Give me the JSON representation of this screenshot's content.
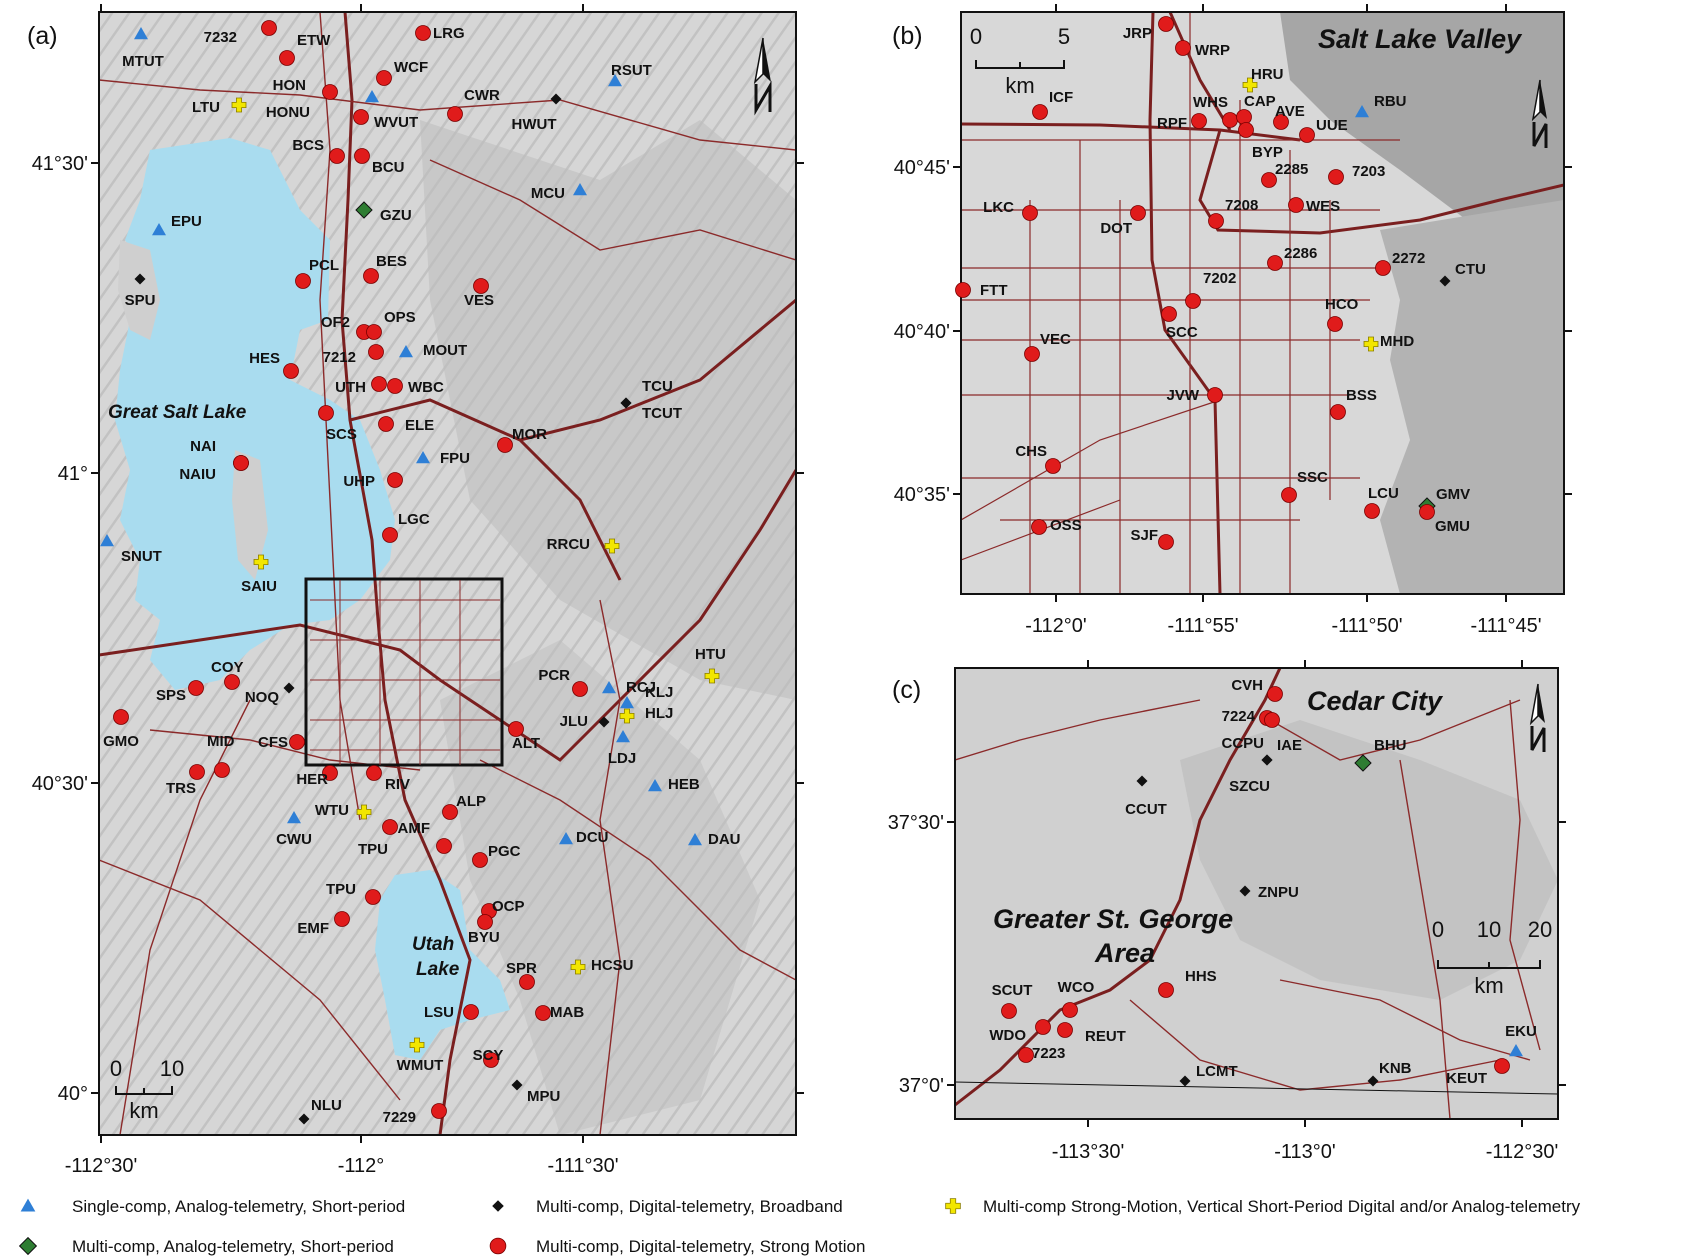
{
  "colors": {
    "lake": "#a9dcef",
    "terrain": "#d4d4d4",
    "terrain_dark": "#b9b9b9",
    "road": "#8b2a2a",
    "single_comp_analog": "#2e7fd6",
    "multi_comp_broadband": "#111111",
    "multi_comp_sm_vertical": "#f2e600",
    "multi_comp_analog": "#2e7d32",
    "multi_comp_strong_motion": "#e01b1b"
  },
  "icons": {
    "triangle": "blue-triangle-icon",
    "diamond_black": "black-diamond-icon",
    "cross_yellow": "yellow-cross-icon",
    "diamond_green": "green-diamond-icon",
    "circle_red": "red-circle-icon",
    "north_arrow": "north-arrow-icon"
  },
  "panels": {
    "a": {
      "label": "(a)",
      "x_ticks": [
        "-112°30'",
        "-112°",
        "-111°30'"
      ],
      "y_ticks": [
        "41°30'",
        "41°",
        "40°30'",
        "40°"
      ],
      "scale": {
        "start": "0",
        "end": "10",
        "unit": "km"
      },
      "features": {
        "lake1": "Great Salt Lake",
        "lake2_line1": "Utah",
        "lake2_line2": "Lake"
      },
      "stations": [
        {
          "n": "MTUT",
          "t": "tri"
        },
        {
          "n": "7232",
          "t": "cir"
        },
        {
          "n": "ETW",
          "t": "cir"
        },
        {
          "n": "LRG",
          "t": "cir"
        },
        {
          "n": "HON",
          "t": "cir"
        },
        {
          "n": "WCF",
          "t": "cir"
        },
        {
          "n": "LTU",
          "t": "cross"
        },
        {
          "n": "HONU",
          "t": "tri"
        },
        {
          "n": "CWR",
          "t": "cir"
        },
        {
          "n": "HWUT",
          "t": "dia"
        },
        {
          "n": "RSUT",
          "t": "tri"
        },
        {
          "n": "WVUT",
          "t": "cir"
        },
        {
          "n": "BCS",
          "t": "cir"
        },
        {
          "n": "BCU",
          "t": "cir"
        },
        {
          "n": "MCU",
          "t": "tri"
        },
        {
          "n": "GZU",
          "t": "green"
        },
        {
          "n": "EPU",
          "t": "tri"
        },
        {
          "n": "SPU",
          "t": "dia"
        },
        {
          "n": "PCL",
          "t": "cir"
        },
        {
          "n": "BES",
          "t": "cir"
        },
        {
          "n": "VES",
          "t": "cir"
        },
        {
          "n": "OF2",
          "t": "cir"
        },
        {
          "n": "OPS",
          "t": "cir"
        },
        {
          "n": "MOUT",
          "t": "tri"
        },
        {
          "n": "HES",
          "t": "cir"
        },
        {
          "n": "7212",
          "t": "cir"
        },
        {
          "n": "UTH",
          "t": "cir"
        },
        {
          "n": "WBC",
          "t": "cir"
        },
        {
          "n": "TCU",
          "t": "dia"
        },
        {
          "n": "TCUT",
          "t": "dia"
        },
        {
          "n": "SCS",
          "t": "cir"
        },
        {
          "n": "ELE",
          "t": "cir"
        },
        {
          "n": "MOR",
          "t": "cir"
        },
        {
          "n": "NAI",
          "t": "cir"
        },
        {
          "n": "NAIU",
          "t": "cir"
        },
        {
          "n": "FPU",
          "t": "tri"
        },
        {
          "n": "UHP",
          "t": "cir"
        },
        {
          "n": "LGC",
          "t": "cir"
        },
        {
          "n": "SNUT",
          "t": "tri"
        },
        {
          "n": "SAIU",
          "t": "cross"
        },
        {
          "n": "RRCU",
          "t": "cross"
        },
        {
          "n": "HTU",
          "t": "cross"
        },
        {
          "n": "COY",
          "t": "cir"
        },
        {
          "n": "SPS",
          "t": "cir"
        },
        {
          "n": "NOQ",
          "t": "dia"
        },
        {
          "n": "PCR",
          "t": "cir"
        },
        {
          "n": "RCJ",
          "t": "tri"
        },
        {
          "n": "KLJ",
          "t": "tri"
        },
        {
          "n": "HLJ",
          "t": "cross"
        },
        {
          "n": "JLU",
          "t": "dia"
        },
        {
          "n": "GMO",
          "t": "cir"
        },
        {
          "n": "MID",
          "t": "cir"
        },
        {
          "n": "CFS",
          "t": "cir"
        },
        {
          "n": "ALT",
          "t": "cir"
        },
        {
          "n": "LDJ",
          "t": "tri"
        },
        {
          "n": "TRS",
          "t": "cir"
        },
        {
          "n": "HER",
          "t": "cir"
        },
        {
          "n": "RIV",
          "t": "cir"
        },
        {
          "n": "HEB",
          "t": "tri"
        },
        {
          "n": "CWU",
          "t": "tri"
        },
        {
          "n": "WTU",
          "t": "cross"
        },
        {
          "n": "ALP",
          "t": "cir"
        },
        {
          "n": "AMF",
          "t": "cir"
        },
        {
          "n": "DCU",
          "t": "tri"
        },
        {
          "n": "DAU",
          "t": "tri"
        },
        {
          "n": "TPU",
          "t": "cir"
        },
        {
          "n": "PGC",
          "t": "cir"
        },
        {
          "n": "TPU",
          "t": "cir"
        },
        {
          "n": "EMF",
          "t": "cir"
        },
        {
          "n": "OCP",
          "t": "cir"
        },
        {
          "n": "BYU",
          "t": "cir"
        },
        {
          "n": "SPR",
          "t": "cir"
        },
        {
          "n": "HCSU",
          "t": "cross"
        },
        {
          "n": "LSU",
          "t": "cir"
        },
        {
          "n": "MAB",
          "t": "cir"
        },
        {
          "n": "SCY",
          "t": "cir"
        },
        {
          "n": "WMUT",
          "t": "cross"
        },
        {
          "n": "MPU",
          "t": "dia"
        },
        {
          "n": "NLU",
          "t": "dia"
        },
        {
          "n": "7229",
          "t": "cir"
        }
      ]
    },
    "b": {
      "label": "(b)",
      "title": "Salt Lake Valley",
      "x_ticks": [
        "-112°0'",
        "-111°55'",
        "-111°50'",
        "-111°45'"
      ],
      "y_ticks": [
        "40°45'",
        "40°40'",
        "40°35'"
      ],
      "scale": {
        "start": "0",
        "end": "5",
        "unit": "km"
      },
      "stations": [
        {
          "n": "JRP",
          "t": "cir"
        },
        {
          "n": "WRP",
          "t": "cir"
        },
        {
          "n": "HRU",
          "t": "cross"
        },
        {
          "n": "ICF",
          "t": "cir"
        },
        {
          "n": "WHS",
          "t": "cir"
        },
        {
          "n": "CAP",
          "t": "cir"
        },
        {
          "n": "AVE",
          "t": "cir"
        },
        {
          "n": "RBU",
          "t": "tri"
        },
        {
          "n": "RPF",
          "t": "cir"
        },
        {
          "n": "UUE",
          "t": "cir"
        },
        {
          "n": "BYP",
          "t": "cir"
        },
        {
          "n": "2285",
          "t": "cir"
        },
        {
          "n": "7203",
          "t": "cir"
        },
        {
          "n": "LKC",
          "t": "cir"
        },
        {
          "n": "7208",
          "t": "cir"
        },
        {
          "n": "WES",
          "t": "cir"
        },
        {
          "n": "DOT",
          "t": "cir"
        },
        {
          "n": "2286",
          "t": "cir"
        },
        {
          "n": "2272",
          "t": "cir"
        },
        {
          "n": "CTU",
          "t": "dia"
        },
        {
          "n": "FTT",
          "t": "cir"
        },
        {
          "n": "7202",
          "t": "cir"
        },
        {
          "n": "HCO",
          "t": "cir"
        },
        {
          "n": "SCC",
          "t": "cir"
        },
        {
          "n": "MHD",
          "t": "cross"
        },
        {
          "n": "VEC",
          "t": "cir"
        },
        {
          "n": "JVW",
          "t": "cir"
        },
        {
          "n": "BSS",
          "t": "cir"
        },
        {
          "n": "CHS",
          "t": "cir"
        },
        {
          "n": "SSC",
          "t": "cir"
        },
        {
          "n": "LCU",
          "t": "cir"
        },
        {
          "n": "GMV",
          "t": "green"
        },
        {
          "n": "GMU",
          "t": "cir"
        },
        {
          "n": "OSS",
          "t": "cir"
        },
        {
          "n": "SJF",
          "t": "cir"
        }
      ]
    },
    "c": {
      "label": "(c)",
      "title1": "Cedar City",
      "title2_line1": "Greater St. George",
      "title2_line2": "Area",
      "x_ticks": [
        "-113°30'",
        "-113°0'",
        "-112°30'"
      ],
      "y_ticks": [
        "37°30'",
        "37°0'"
      ],
      "scale": {
        "start": "0",
        "mid": "10",
        "end": "20",
        "unit": "km"
      },
      "stations": [
        {
          "n": "CVH",
          "t": "cir"
        },
        {
          "n": "7224",
          "t": "cir"
        },
        {
          "n": "CCPU",
          "t": "cir"
        },
        {
          "n": "IAE",
          "t": "dia"
        },
        {
          "n": "BHU",
          "t": "green"
        },
        {
          "n": "SZCU",
          "t": "dia"
        },
        {
          "n": "CCUT",
          "t": "dia"
        },
        {
          "n": "ZNPU",
          "t": "dia"
        },
        {
          "n": "HHS",
          "t": "cir"
        },
        {
          "n": "SCUT",
          "t": "cir"
        },
        {
          "n": "WCO",
          "t": "cir"
        },
        {
          "n": "WDO",
          "t": "cir"
        },
        {
          "n": "REUT",
          "t": "cir"
        },
        {
          "n": "7223",
          "t": "cir"
        },
        {
          "n": "LCMT",
          "t": "dia"
        },
        {
          "n": "KNB",
          "t": "dia"
        },
        {
          "n": "EKU",
          "t": "tri"
        },
        {
          "n": "KEUT",
          "t": "cir"
        }
      ]
    }
  },
  "legend": [
    {
      "symbol": "tri",
      "label": "Single-comp, Analog-telemetry, Short-period"
    },
    {
      "symbol": "dia",
      "label": "Multi-comp, Digital-telemetry, Broadband"
    },
    {
      "symbol": "cross",
      "label": "Multi-comp Strong-Motion, Vertical Short-Period Digital and/or Analog-telemetry"
    },
    {
      "symbol": "green",
      "label": "Multi-comp, Analog-telemetry, Short-period"
    },
    {
      "symbol": "cir",
      "label": "Multi-comp, Digital-telemetry, Strong Motion"
    }
  ]
}
